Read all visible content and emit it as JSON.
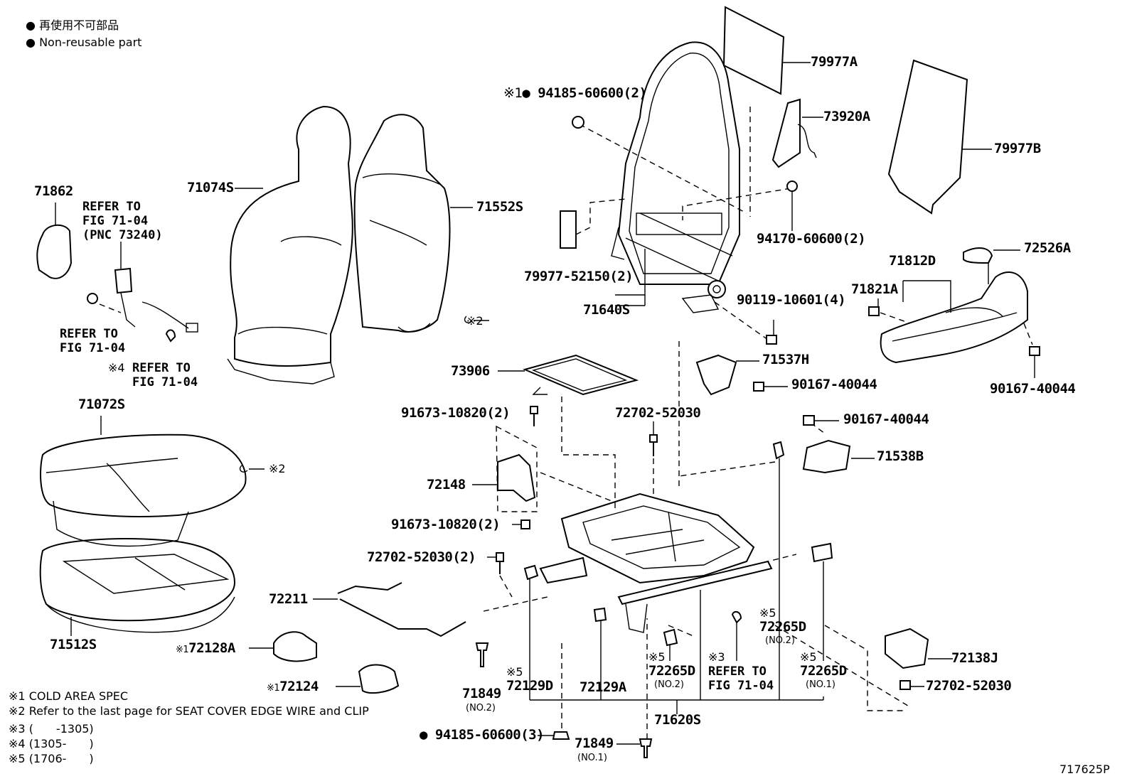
{
  "legend": {
    "bullet": "●",
    "jp": "再使用不可部品",
    "en": "Non-reusable part"
  },
  "figure_code": "717625P",
  "notes": [
    {
      "mark": "※1",
      "text": "COLD AREA SPEC"
    },
    {
      "mark": "※2",
      "text": "Refer to the last page for SEAT COVER EDGE WIRE and CLIP"
    },
    {
      "mark": "※3",
      "text": "(　　-1305)"
    },
    {
      "mark": "※4",
      "text": "(1305-　　)"
    },
    {
      "mark": "※5",
      "text": "(1706-　　)"
    }
  ],
  "parts": {
    "p79977A": "79977A",
    "p73920A": "73920A",
    "p79977B": "79977B",
    "p94185_top": "94185-60600(2)",
    "p94185_top_mark": "※1●",
    "p94170": "94170-60600(2)",
    "p79977_52150": "79977-52150(2)",
    "p71640S": "71640S",
    "p72526A": "72526A",
    "p71812D": "71812D",
    "p71821A": "71821A",
    "p90119": "90119-10601(4)",
    "p90167_r": "90167-40044",
    "p71537H": "71537H",
    "p90167_m": "90167-40044",
    "p90167_m2": "90167-40044",
    "p71538B": "71538B",
    "p71862": "71862",
    "p71074S": "71074S",
    "p71552S": "71552S",
    "p73906": "73906",
    "p91673_a": "91673-10820(2)",
    "p72702_a": "72702-52030",
    "p72148": "72148",
    "p91673_b": "91673-10820(2)",
    "p72702_b": "72702-52030(2)",
    "p71072S": "71072S",
    "p71512S": "71512S",
    "p72211": "72211",
    "p72128A": "72128A",
    "p72128A_mark": "※1",
    "p72124": "72124",
    "p72124_mark": "※1",
    "p71849_no2": "71849",
    "p71849_no2_sub": "(NO.2)",
    "p72129D": "72129D",
    "p72129D_mark": "※5",
    "p72129A": "72129A",
    "p72265D_a": "72265D",
    "p72265D_a_mark": "※5",
    "p72265D_a_sub": "(NO.2)",
    "p72265D_b": "72265D",
    "p72265D_b_mark": "※5",
    "p72265D_b_sub": "(NO.2)",
    "p72265D_c": "72265D",
    "p72265D_c_mark": "※5",
    "p72265D_c_sub": "(NO.1)",
    "p71620S": "71620S",
    "p72138J": "72138J",
    "p72702_c": "72702-52030",
    "p94185_bot": "94185-60600(3)",
    "p94185_bot_mark": "●",
    "p71849_no1": "71849",
    "p71849_no1_sub": "(NO.1)",
    "x2_a": "※2",
    "x2_b": "※2"
  },
  "refs": {
    "ref_71_04_pnc": "REFER TO\nFIG 71-04\n(PNC 73240)",
    "ref_71_04_a": "REFER TO\nFIG 71-04",
    "ref_71_04_b_mark": "※4",
    "ref_71_04_b": "REFER TO\nFIG 71-04",
    "ref_71_04_c_mark": "※3",
    "ref_71_04_c": "REFER TO\nFIG 71-04"
  }
}
